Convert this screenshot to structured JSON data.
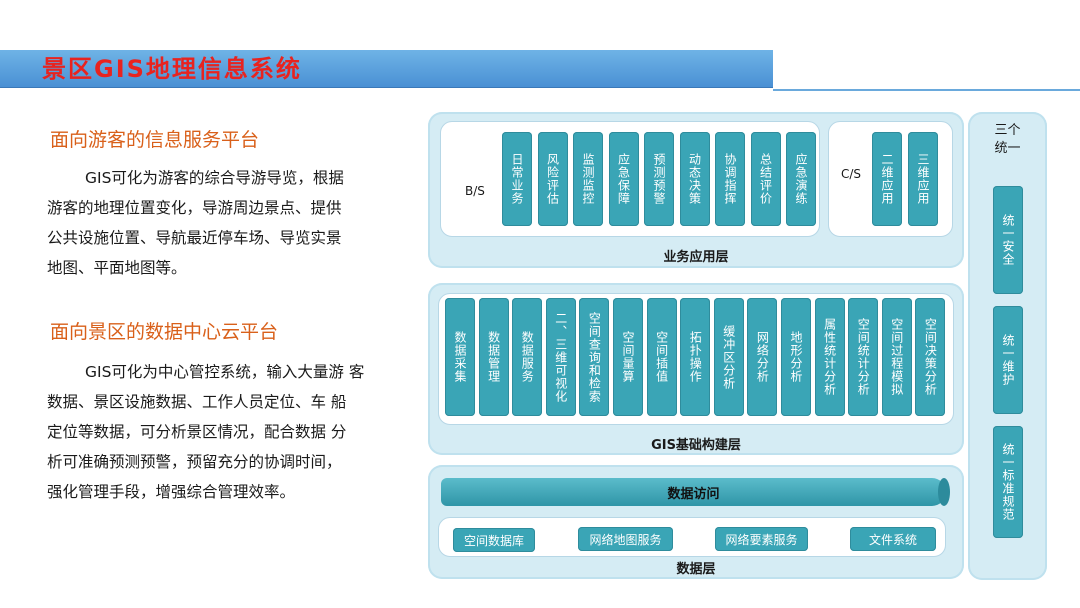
{
  "title": "景区GIS地理信息系统",
  "left": {
    "section1": {
      "heading": "面向游客的信息服务平台",
      "lines": [
        "GIS可化为游客的综合导游导览，根据",
        "游客的地理位置变化，导游周边景点、提供",
        "公共设施位置、导航最近停车场、导览实景",
        "地图、平面地图等。"
      ]
    },
    "section2": {
      "heading": "面向景区的数据中心云平台",
      "lines": [
        "GIS可化为中心管控系统，输入大量游 客",
        "数据、景区设施数据、工作人员定位、车 船",
        "定位等数据，可分析景区情况，配合数据 分",
        "析可准确预测预警，预留充分的协调时间，",
        "强化管理手段，增强综合管理效率。"
      ]
    }
  },
  "diagram": {
    "business_layer": {
      "label": "业务应用层",
      "bs_label": "B/S",
      "bs_items": [
        "日常业务",
        "风险评估",
        "监测监控",
        "应急保障",
        "预测预警",
        "动态决策",
        "协调指挥",
        "总结评价",
        "应急演练"
      ],
      "cs_label": "C/S",
      "cs_items": [
        "二维应用",
        "三维应用"
      ]
    },
    "gis_layer": {
      "label": "GIS基础构建层",
      "items": [
        "数据采集",
        "数据管理",
        "数据服务",
        "二、三维可视化",
        "空间查询和检索",
        "空间量算",
        "空间插值",
        "拓扑操作",
        "缓冲区分析",
        "网络分析",
        "地形分析",
        "属性统计分析",
        "空间统计分析",
        "空间过程模拟",
        "空间决策分析"
      ]
    },
    "data_layer": {
      "label": "数据层",
      "access": "数据访问",
      "items": [
        "空间数据库",
        "网络地图服务",
        "网络要素服务",
        "文件系统"
      ]
    },
    "unified": {
      "title_line1": "三个",
      "title_line2": "统一",
      "items": [
        "统一安全",
        "统一维护",
        "统一标准规范"
      ]
    }
  }
}
